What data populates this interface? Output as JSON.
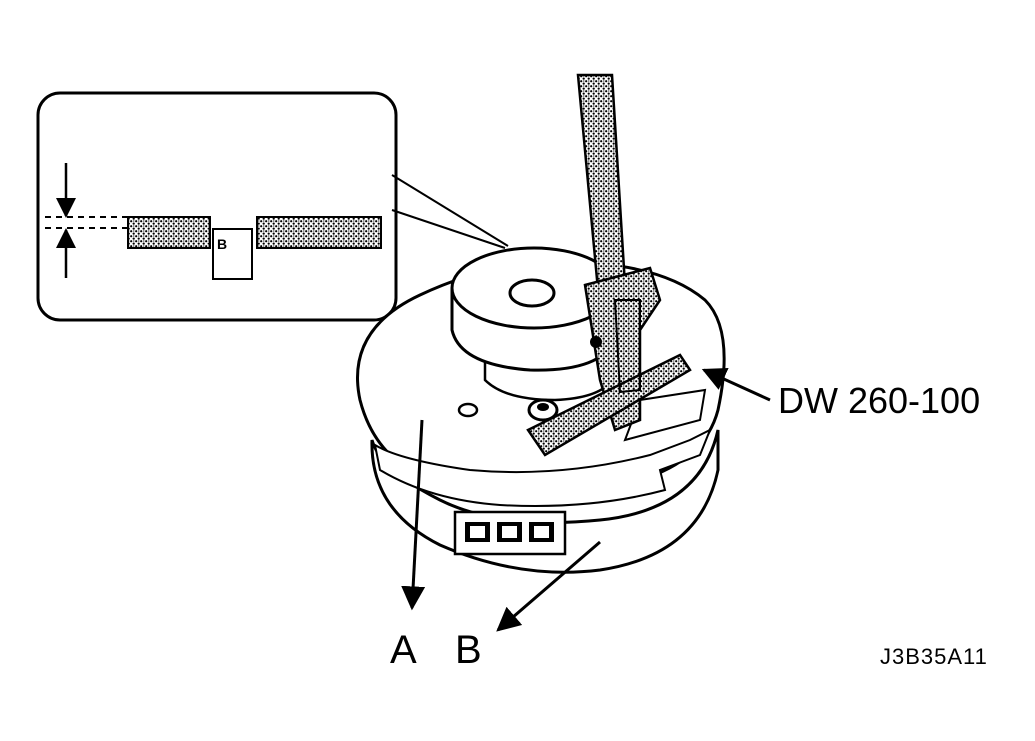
{
  "figure": {
    "tool_label": "DW 260-100",
    "part_a_label": "A",
    "part_b_label": "B",
    "inset_part_label": "B",
    "figure_code": "J3B35A11"
  },
  "colors": {
    "line": "#000000",
    "background": "#ffffff",
    "stipple_fill": "#5a5a5a"
  }
}
